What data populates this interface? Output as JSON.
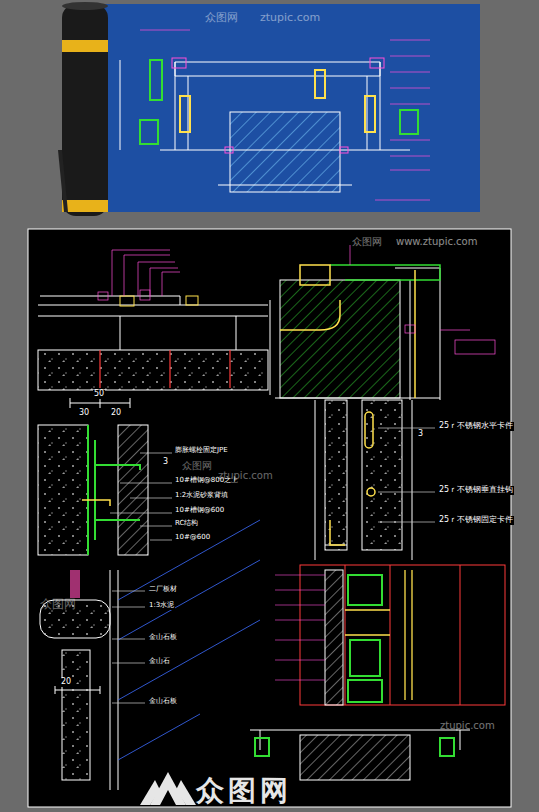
{
  "diagram": {
    "labels": [
      "众图网",
      "ztupic.com",
      "众图网",
      "www.ztupic.com",
      "50",
      "30",
      "20",
      "3",
      "膨胀螺栓固定JPE",
      "10#槽钢@800之上",
      "1:2水泥砂浆背填",
      "10#槽钢@600",
      "RC结构",
      "10#@600",
      "3",
      "25ｒ不锈钢水平卡件",
      "25ｒ不锈钢垂直挂钩",
      "25ｒ不锈钢固定卡件",
      "众图网",
      "ztupic.com",
      "20",
      "二厂板材",
      "1:3水泥",
      "金山石板",
      "金山石",
      "金山石板",
      "众图网",
      "ztupic.com",
      "众图网"
    ]
  }
}
